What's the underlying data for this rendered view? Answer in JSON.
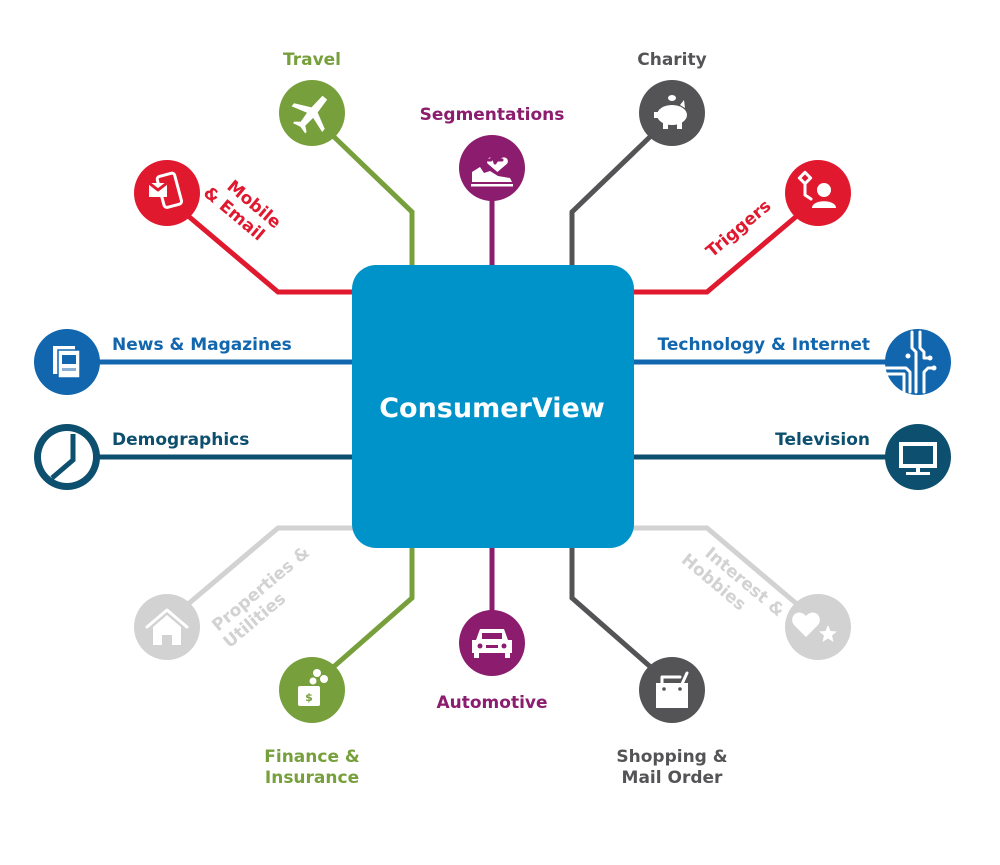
{
  "diagram": {
    "title": "ConsumerView",
    "center_color": "#0093c9",
    "nodes": [
      {
        "id": "travel",
        "label": "Travel",
        "label_lines": [
          "Travel"
        ],
        "color": "#77a03c",
        "icon": "airplane-icon"
      },
      {
        "id": "segmentations",
        "label": "Segmentations",
        "label_lines": [
          "Segmentations"
        ],
        "color": "#8b1c6e",
        "icon": "heart-sneaker-icon"
      },
      {
        "id": "charity",
        "label": "Charity",
        "label_lines": [
          "Charity"
        ],
        "color": "#545457",
        "icon": "piggy-bank-icon"
      },
      {
        "id": "mobile-email",
        "label": "Mobile & Email",
        "label_lines": [
          "Mobile",
          "& Email"
        ],
        "color": "#e0192f",
        "icon": "mobile-email-icon"
      },
      {
        "id": "triggers",
        "label": "Triggers",
        "label_lines": [
          "Triggers"
        ],
        "color": "#e0192f",
        "icon": "trigger-person-icon"
      },
      {
        "id": "news-magazines",
        "label": "News & Magazines",
        "label_lines": [
          "News & Magazines"
        ],
        "color": "#1166ae",
        "icon": "newspaper-icon"
      },
      {
        "id": "technology-internet",
        "label": "Technology & Internet",
        "label_lines": [
          "Technology & Internet"
        ],
        "color": "#1166ae",
        "icon": "circuit-icon"
      },
      {
        "id": "demographics",
        "label": "Demographics",
        "label_lines": [
          "Demographics"
        ],
        "color": "#0d4f6e",
        "icon": "pie-chart-icon"
      },
      {
        "id": "television",
        "label": "Television",
        "label_lines": [
          "Television"
        ],
        "color": "#0d4f6e",
        "icon": "monitor-icon"
      },
      {
        "id": "properties-utilities",
        "label": "Properties & Utilities",
        "label_lines": [
          "Properties &",
          "Utilities"
        ],
        "color": "#d2d2d2",
        "icon": "house-icon"
      },
      {
        "id": "interest-hobbies",
        "label": "Interest & Hobbies",
        "label_lines": [
          "Interest &",
          "Hobbies"
        ],
        "color": "#d2d2d2",
        "icon": "heart-star-icon"
      },
      {
        "id": "finance-insurance",
        "label": "Finance & Insurance",
        "label_lines": [
          "Finance &",
          "Insurance"
        ],
        "color": "#77a03c",
        "icon": "money-box-icon"
      },
      {
        "id": "automotive",
        "label": "Automotive",
        "label_lines": [
          "Automotive"
        ],
        "color": "#8b1c6e",
        "icon": "car-icon"
      },
      {
        "id": "shopping-mail-order",
        "label": "Shopping & Mail Order",
        "label_lines": [
          "Shopping &",
          "Mail Order"
        ],
        "color": "#545457",
        "icon": "shopping-bag-icon"
      }
    ]
  }
}
